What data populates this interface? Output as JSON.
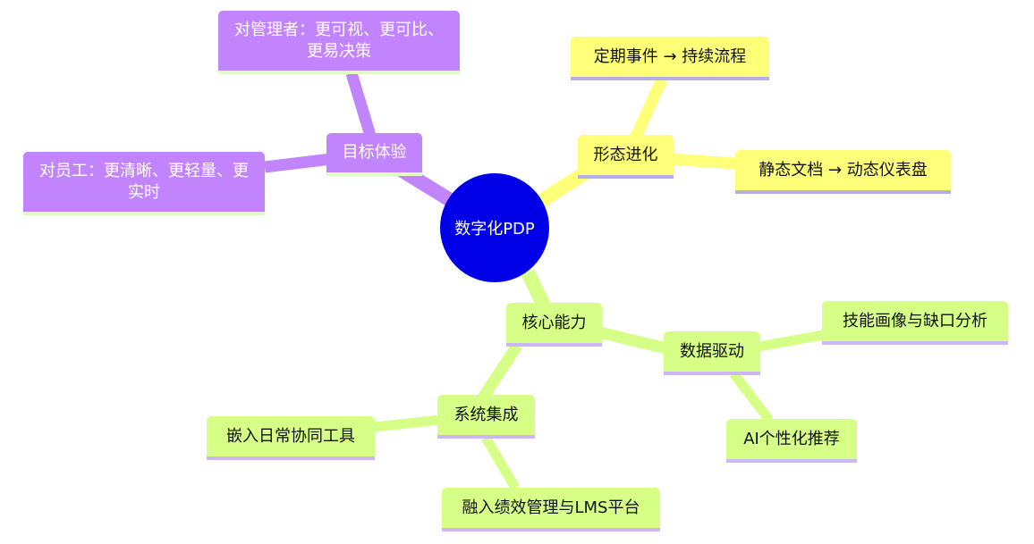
{
  "root": {
    "label": "数字化PDP",
    "color": "#0000e8"
  },
  "branches": [
    {
      "label": "目标体验",
      "color": "#c284fd",
      "children": [
        "对管理者：更可视、更可比、更易决策",
        "对员工：更清晰、更轻量、更实时"
      ]
    },
    {
      "label": "形态进化",
      "color": "#ffff7a",
      "children": [
        "定期事件 → 持续流程",
        "静态文档 → 动态仪表盘"
      ]
    },
    {
      "label": "核心能力",
      "color": "#d6ff88",
      "children": [
        {
          "label": "数据驱动",
          "children": [
            "技能画像与缺口分析",
            "AI个性化推荐"
          ]
        },
        {
          "label": "系统集成",
          "children": [
            "嵌入日常协同工具",
            "融入绩效管理与LMS平台"
          ]
        }
      ]
    }
  ]
}
